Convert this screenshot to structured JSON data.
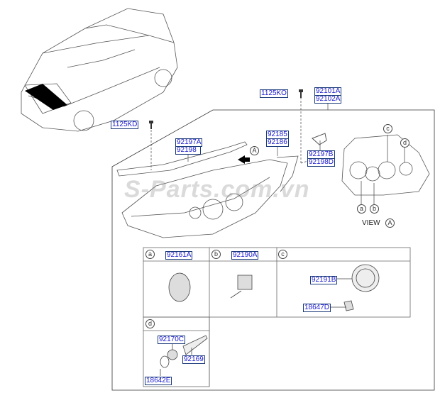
{
  "watermark": "S-Parts.com.vn",
  "parts": {
    "bolt_top": "1125KO",
    "bolt_left": "1125KD",
    "headlamp_assy": [
      "92101A",
      "92102A"
    ],
    "upper_trim": [
      "92197A",
      "92198"
    ],
    "seal": [
      "92185",
      "92186"
    ],
    "bracket": [
      "92197B",
      "92198D"
    ]
  },
  "view": {
    "label": "VIEW",
    "ref": "A"
  },
  "callouts": [
    "a",
    "b",
    "c",
    "d"
  ],
  "arrow_ref": "A",
  "detail_boxes": {
    "a": {
      "letter": "a",
      "parts": [
        "92161A"
      ]
    },
    "b": {
      "letter": "b",
      "parts": [
        "92190A"
      ]
    },
    "c": {
      "letter": "c",
      "parts": [
        "92191B",
        "18647D"
      ]
    },
    "d": {
      "letter": "d",
      "parts": [
        "92170C",
        "92169",
        "18642E"
      ]
    }
  },
  "colors": {
    "label_text": "#1a1ad0",
    "label_border": "#1a3a7a",
    "line": "#555555"
  }
}
